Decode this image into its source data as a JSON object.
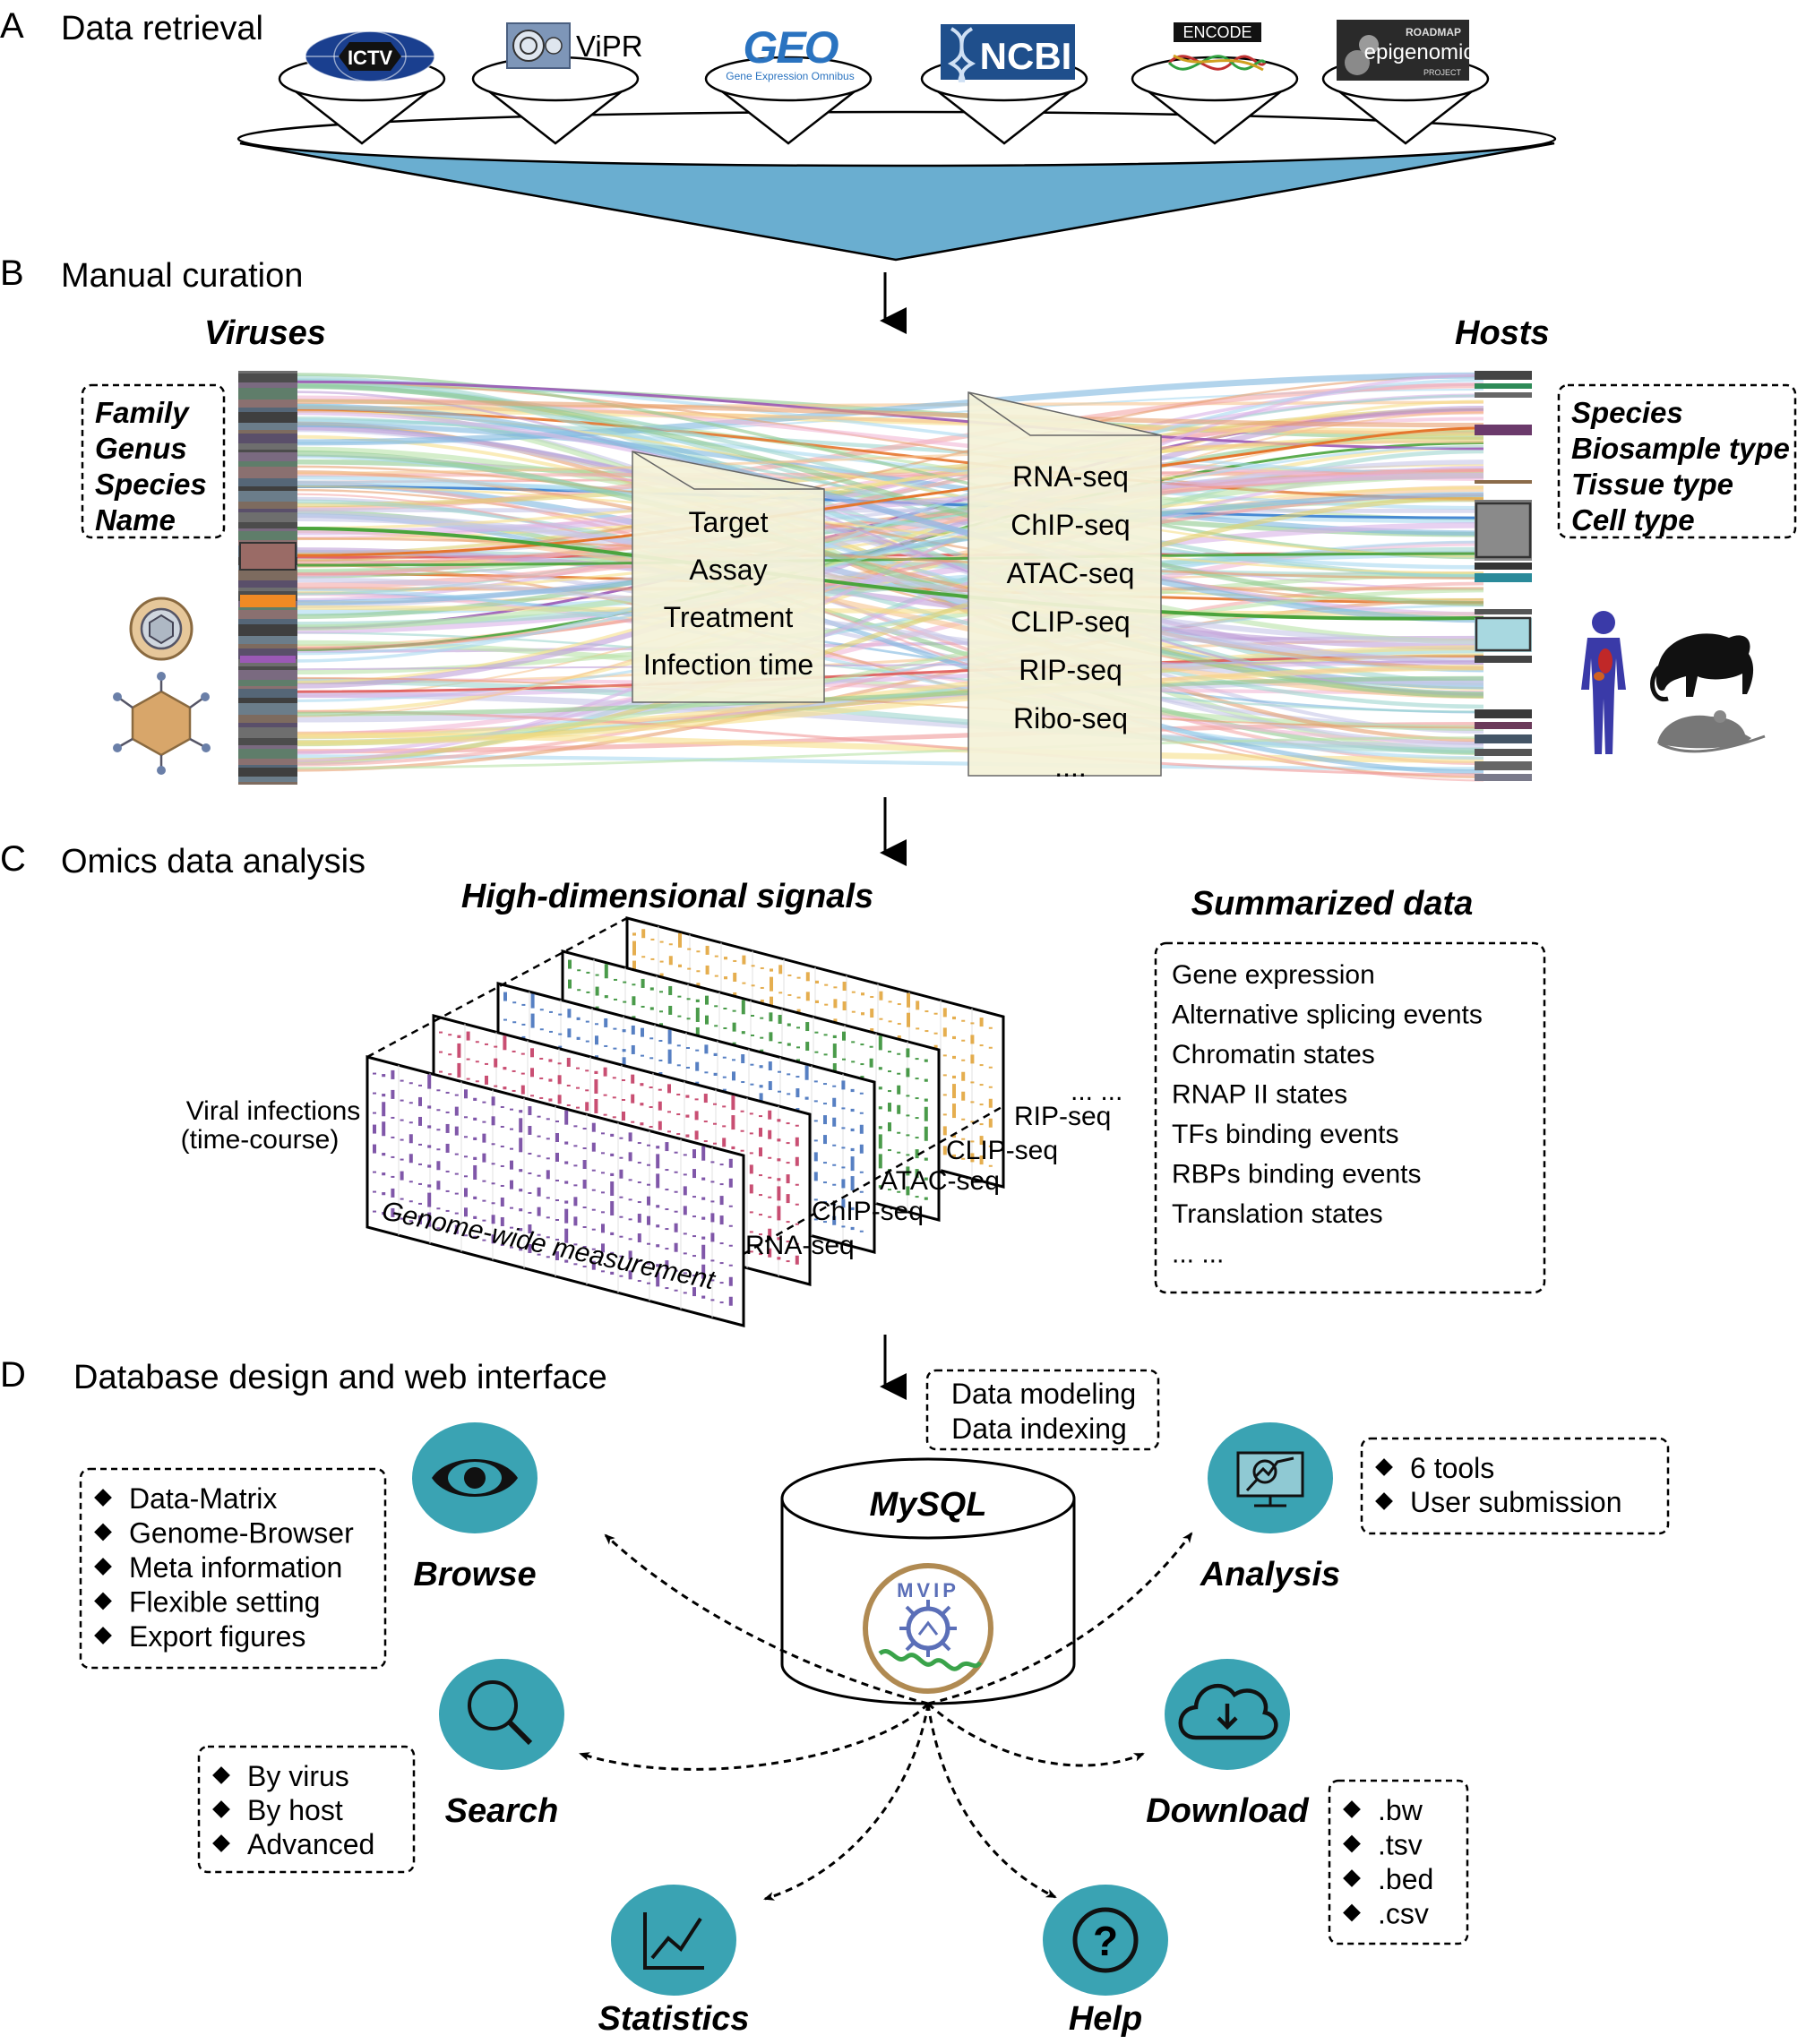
{
  "sections": {
    "A": {
      "letter": "A",
      "title": "Data retrieval"
    },
    "B": {
      "letter": "B",
      "title": "Manual curation"
    },
    "C": {
      "letter": "C",
      "title": "Omics data analysis"
    },
    "D": {
      "letter": "D",
      "title": "Database design and web interface"
    }
  },
  "sources": [
    {
      "name": "ICTV"
    },
    {
      "name": "ViPR"
    },
    {
      "name": "GEO",
      "subtitle": "Gene Expression Omnibus"
    },
    {
      "name": "NCBI"
    },
    {
      "name": "ENCODE"
    },
    {
      "name": "epigenomics",
      "top": "ROADMAP",
      "bottom": "PROJECT"
    }
  ],
  "curation": {
    "viruses_header": "Viruses",
    "hosts_header": "Hosts",
    "virus_attributes": [
      "Family",
      "Genus",
      "Species",
      "Name"
    ],
    "host_attributes": [
      "Species",
      "Biosample type",
      "Tissue type",
      "Cell type"
    ],
    "middle_fields": [
      "Target",
      "Assay",
      "Treatment",
      "Infection time"
    ],
    "assays": [
      "RNA-seq",
      "ChIP-seq",
      "ATAC-seq",
      "CLIP-seq",
      "RIP-seq",
      "Ribo-seq",
      "...."
    ]
  },
  "omics": {
    "signals_title": "High-dimensional signals",
    "summary_title": "Summarized data",
    "summary_items": [
      "Gene expression",
      "Alternative splicing events",
      "Chromatin states",
      "RNAP II states",
      "TFs binding events",
      "RBPs binding events",
      "Translation states",
      "... ..."
    ],
    "y_label_1": "Viral infections",
    "y_label_2": "(time-course)",
    "x_label": "Genome-wide measurement",
    "panels": [
      "RNA-seq",
      "ChIP-seq",
      "ATAC-seq",
      "CLIP-seq",
      "RIP-seq"
    ],
    "more": "... ..."
  },
  "database": {
    "modeling": [
      "Data modeling",
      "Data indexing"
    ],
    "db_name": "MySQL",
    "logo_text": "MVIP",
    "features": {
      "browse": {
        "label": "Browse",
        "items": [
          "Data-Matrix",
          "Genome-Browser",
          "Meta information",
          "Flexible setting",
          "Export figures"
        ]
      },
      "analysis": {
        "label": "Analysis",
        "items": [
          "6 tools",
          "User submission"
        ]
      },
      "search": {
        "label": "Search",
        "items": [
          "By virus",
          "By host",
          "Advanced"
        ]
      },
      "download": {
        "label": "Download",
        "items": [
          ".bw",
          ".tsv",
          ".bed",
          ".csv"
        ]
      },
      "statistics": {
        "label": "Statistics"
      },
      "help": {
        "label": "Help",
        "icon_text": "?"
      }
    }
  },
  "colors": {
    "funnel_fill": "#6aaed0",
    "note_fill": "#f4f2d8",
    "feature_teal": "#3aa3b3",
    "logo_ring": "#b08a52",
    "logo_blue": "#5b6fb8",
    "logo_green": "#3aa34a"
  }
}
